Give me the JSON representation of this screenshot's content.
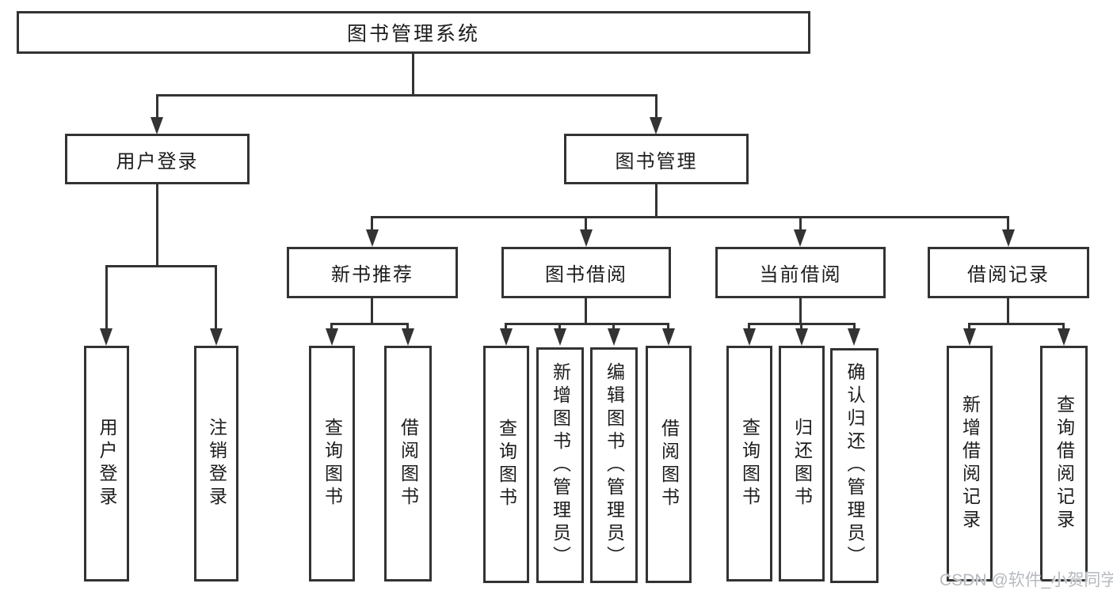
{
  "diagram_title": "图书管理系统",
  "tree": {
    "root": {
      "label": "图书管理系统",
      "children": [
        {
          "label": "用户登录",
          "children": [
            {
              "label": "用户登录"
            },
            {
              "label": "注销登录"
            }
          ]
        },
        {
          "label": "图书管理",
          "children": [
            {
              "label": "新书推荐",
              "children": [
                {
                  "label": "查询图书"
                },
                {
                  "label": "借阅图书"
                }
              ]
            },
            {
              "label": "图书借阅",
              "children": [
                {
                  "label": "查询图书"
                },
                {
                  "label": "新增图书（管理员）"
                },
                {
                  "label": "编辑图书（管理员）"
                },
                {
                  "label": "借阅图书"
                }
              ]
            },
            {
              "label": "当前借阅",
              "children": [
                {
                  "label": "查询图书"
                },
                {
                  "label": "归还图书"
                },
                {
                  "label": "确认归还（管理员）"
                }
              ]
            },
            {
              "label": "借阅记录",
              "children": [
                {
                  "label": "新增借阅记录"
                },
                {
                  "label": "查询借阅记录"
                }
              ]
            }
          ]
        }
      ]
    }
  },
  "watermark": {
    "text": "CSDN @软件_小贺同学"
  },
  "colors": {
    "line": "#333333",
    "text": "#1c1c1c",
    "background": "#ffffff",
    "watermark": "#b6babf"
  }
}
